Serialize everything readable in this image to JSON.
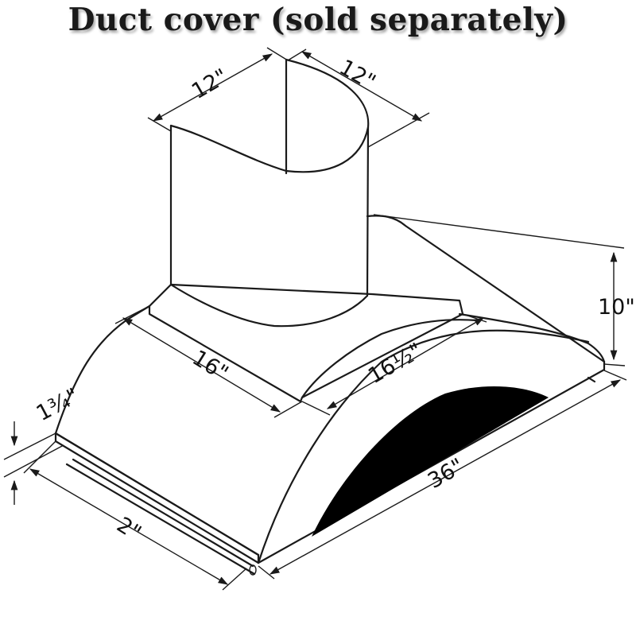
{
  "title": "Duct cover (sold separately)",
  "dimensions": {
    "duct_width_left": "12\"",
    "duct_width_right": "12\"",
    "hood_height": "10\"",
    "base_depth": "16\"",
    "base_width": "16½\"",
    "edge_thickness": "1¾\"",
    "front_depth": "2\"",
    "hood_width": "36\""
  }
}
